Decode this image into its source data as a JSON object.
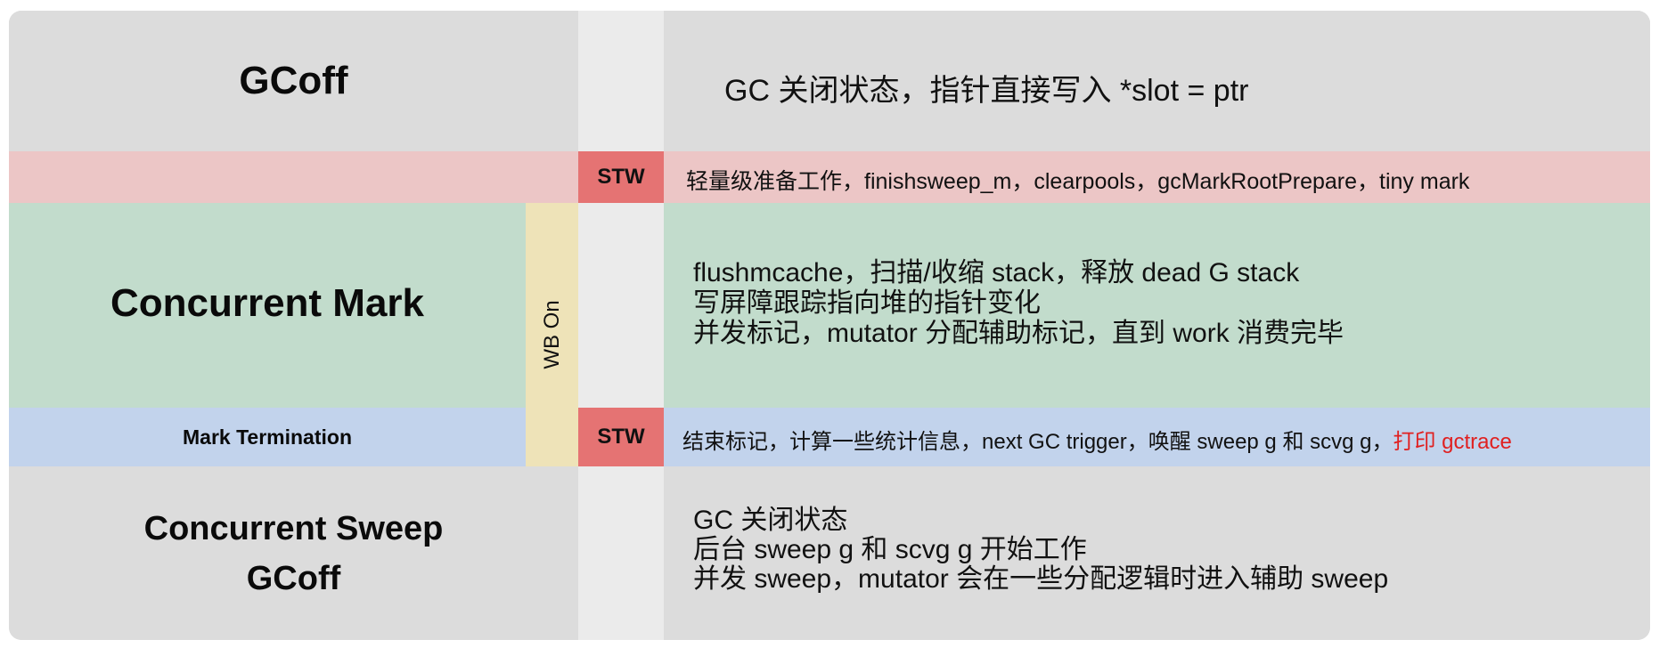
{
  "colors": {
    "gcoff_band": "#dcdcdc",
    "gutter": "#ebebeb",
    "stw_band": "#ecc6c6",
    "stw_badge": "#e57373",
    "mark_band": "#c2dccc",
    "termination_band": "#c2d3ec",
    "wb_bar": "#eee3b8",
    "highlight_text": "#e02020"
  },
  "phases": {
    "gcoff": {
      "label": "GCoff",
      "description": "GC 关闭状态，指针直接写入 *slot = ptr"
    },
    "stw_prepare": {
      "badge": "STW",
      "description": "轻量级准备工作，finishsweep_m，clearpools，gcMarkRootPrepare，tiny mark"
    },
    "concurrent_mark": {
      "label": "Concurrent Mark",
      "lines": [
        "flushmcache，扫描/收缩 stack，释放 dead G stack",
        "写屏障跟踪指向堆的指针变化",
        "并发标记，mutator 分配辅助标记，直到 work 消费完毕"
      ]
    },
    "write_barrier": {
      "label": "WB On"
    },
    "mark_termination": {
      "label": "Mark Termination",
      "badge": "STW",
      "description": "结束标记，计算一些统计信息，next GC trigger，唤醒 sweep g 和 scvg g，",
      "highlight": "打印 gctrace"
    },
    "concurrent_sweep": {
      "label_line1": "Concurrent Sweep",
      "label_line2": "GCoff",
      "lines": [
        "GC 关闭状态",
        "后台 sweep g 和 scvg g 开始工作",
        "并发 sweep，mutator 会在一些分配逻辑时进入辅助 sweep"
      ]
    }
  }
}
